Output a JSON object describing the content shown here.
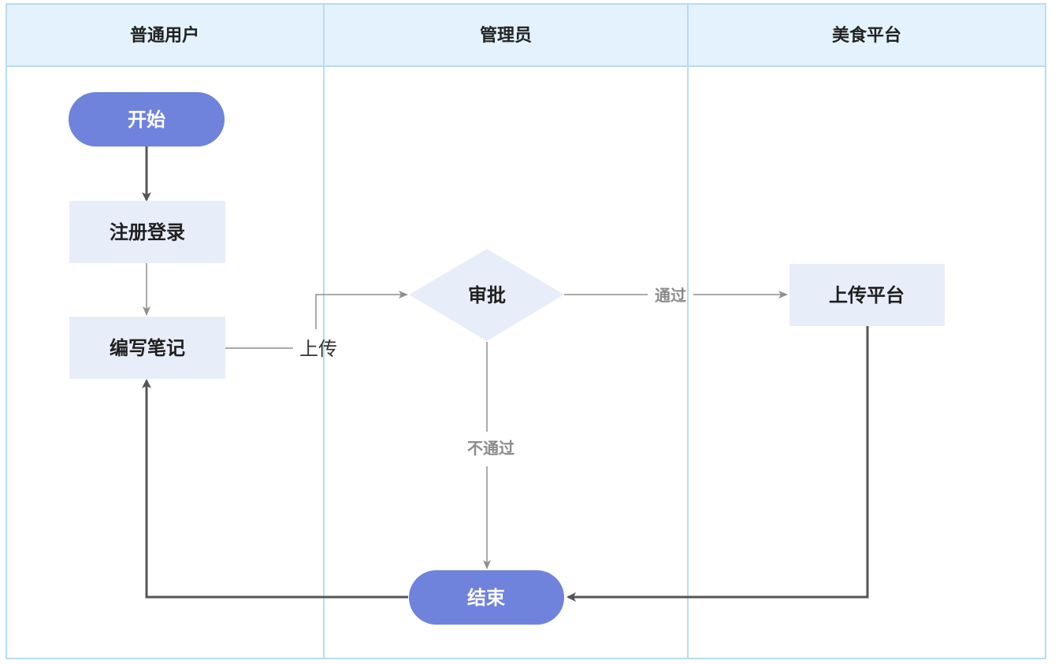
{
  "lanes": [
    {
      "title": "普通用户"
    },
    {
      "title": "管理员"
    },
    {
      "title": "美食平台"
    }
  ],
  "nodes": {
    "start": "开始",
    "register": "注册登录",
    "write_note": "编写笔记",
    "review": "审批",
    "upload_platform": "上传平台",
    "end": "结束"
  },
  "edges": {
    "upload": "上传",
    "pass": "通过",
    "reject": "不通过"
  },
  "colors": {
    "header_bg": "#e3f2fc",
    "lane_border": "#b9dcf2",
    "terminal_fill": "#6f83dd",
    "process_fill": "#e8edfa",
    "arrow_dark": "#555555",
    "arrow_light": "#8f8f8f"
  }
}
